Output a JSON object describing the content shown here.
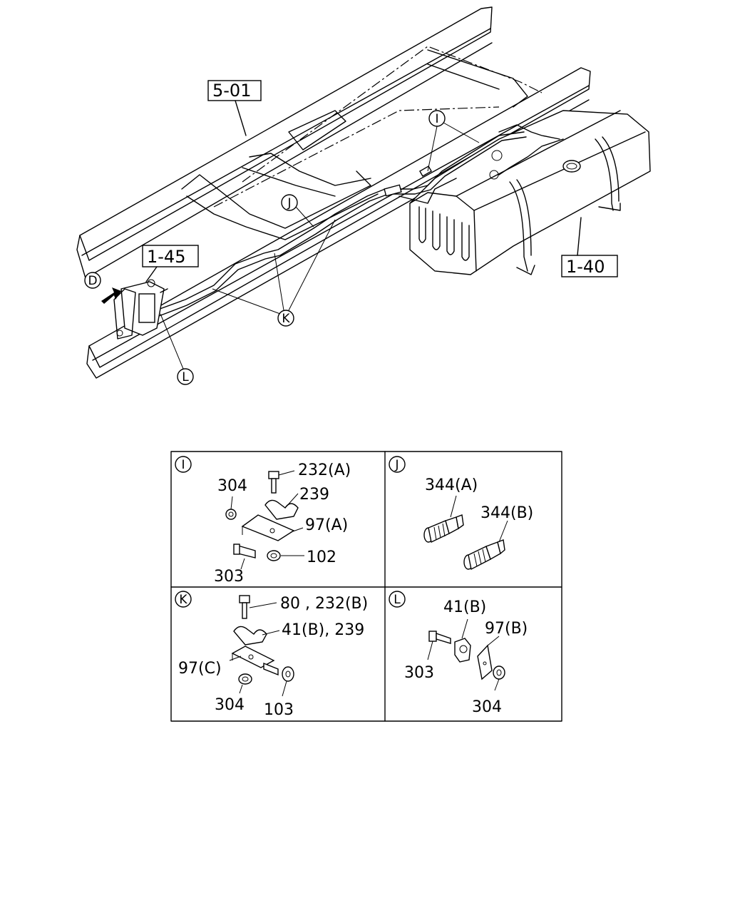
{
  "refs": {
    "frame": "5-01",
    "valve": "1-45",
    "tank": "1-40"
  },
  "callouts": {
    "I": "I",
    "J": "J",
    "K": "K",
    "L": "L",
    "D": "D"
  },
  "detail_I": {
    "letter": "I",
    "parts": [
      "232(A)",
      "304",
      "239",
      "97(A)",
      "102",
      "303"
    ]
  },
  "detail_J": {
    "letter": "J",
    "parts": [
      "344(A)",
      "344(B)"
    ]
  },
  "detail_K": {
    "letter": "K",
    "parts": [
      "80 , 232(B)",
      "41(B), 239",
      "97(C)",
      "304",
      "103"
    ]
  },
  "detail_L": {
    "letter": "L",
    "parts": [
      "41(B)",
      "97(B)",
      "303",
      "304"
    ]
  }
}
